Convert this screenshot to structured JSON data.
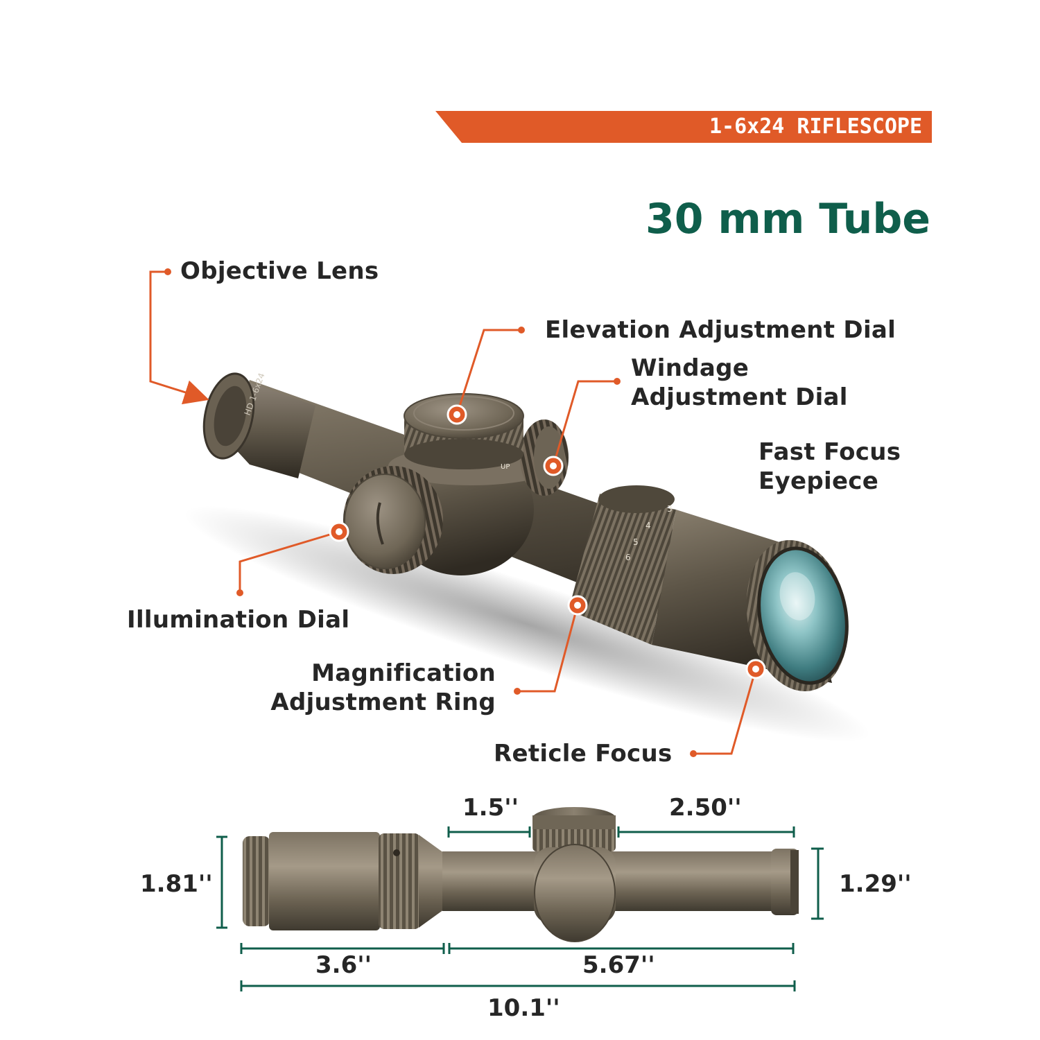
{
  "banner": {
    "text": "1-6x24 RIFLESCOPE",
    "color": "#e05a28"
  },
  "title": {
    "text": "30 mm Tube",
    "color": "#0f5e4b"
  },
  "callouts": {
    "objective_lens": "Objective Lens",
    "elevation_dial": "Elevation Adjustment Dial",
    "windage_line1": "Windage",
    "windage_line2": "Adjustment Dial",
    "fast_focus_line1": "Fast Focus",
    "fast_focus_line2": "Eyepiece",
    "illumination_dial": "Illumination Dial",
    "magnification_line1": "Magnification",
    "magnification_line2": "Adjustment Ring",
    "reticle_focus": "Reticle Focus"
  },
  "scope_markings": {
    "model_text": "HD 1-6x24",
    "up_text": "UP",
    "mag_numbers": [
      "6",
      "5",
      "4",
      "3"
    ]
  },
  "dimensions": {
    "turret_width": "1.5''",
    "turret_to_end": "2.50''",
    "eyepiece_diameter": "1.81''",
    "objective_diameter": "1.29''",
    "eyepiece_length": "3.6''",
    "body_length": "5.67''",
    "total_length": "10.1''"
  },
  "colors": {
    "accent": "#e05a28",
    "dimension_line": "#0f5e4b",
    "label_text": "#262626",
    "scope_metal": "#6b6152"
  }
}
